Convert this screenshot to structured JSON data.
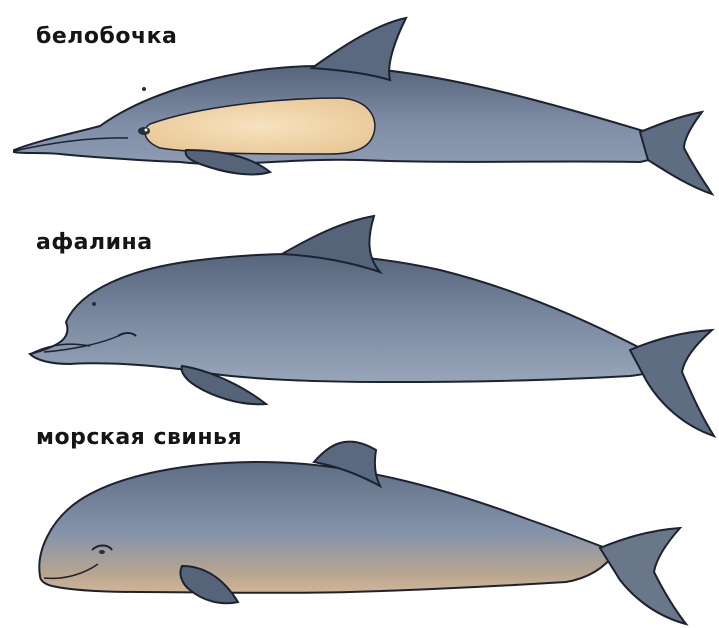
{
  "species": [
    {
      "label": "белобочка",
      "icon": "common-dolphin-icon"
    },
    {
      "label": "афалина",
      "icon": "bottlenose-dolphin-icon"
    },
    {
      "label": "морская свинья",
      "icon": "harbor-porpoise-icon"
    }
  ],
  "colors": {
    "body_dark": "#5f6d82",
    "body_light": "#8a98ae",
    "belly_patch": "#f1d7ad",
    "porpoise_belly": "#c7a88b",
    "outline": "#1d2230",
    "label": "#151515"
  }
}
